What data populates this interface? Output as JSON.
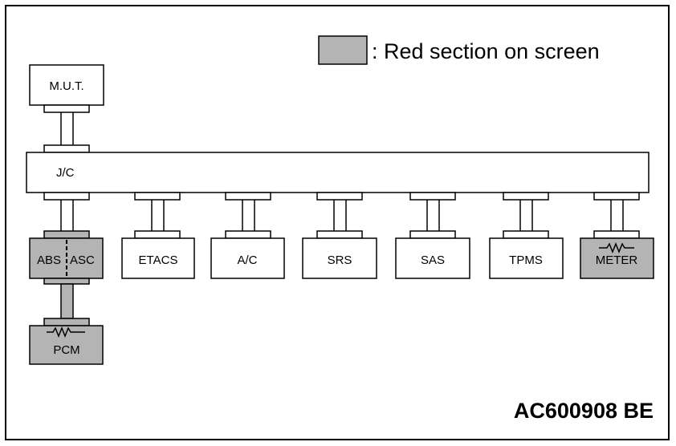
{
  "legend": {
    "text": ": Red section on screen",
    "swatch_color": "#b4b4b4"
  },
  "nodes": {
    "mut": "M.U.T.",
    "jc": "J/C",
    "abs": "ABS",
    "asc": "ASC",
    "etacs": "ETACS",
    "ac": "A/C",
    "srs": "SRS",
    "sas": "SAS",
    "tpms": "TPMS",
    "meter": "METER",
    "pcm": "PCM"
  },
  "figure_id": "AC600908 BE",
  "colors": {
    "highlight": "#b4b4b4",
    "stroke": "#000000",
    "background": "#ffffff"
  }
}
